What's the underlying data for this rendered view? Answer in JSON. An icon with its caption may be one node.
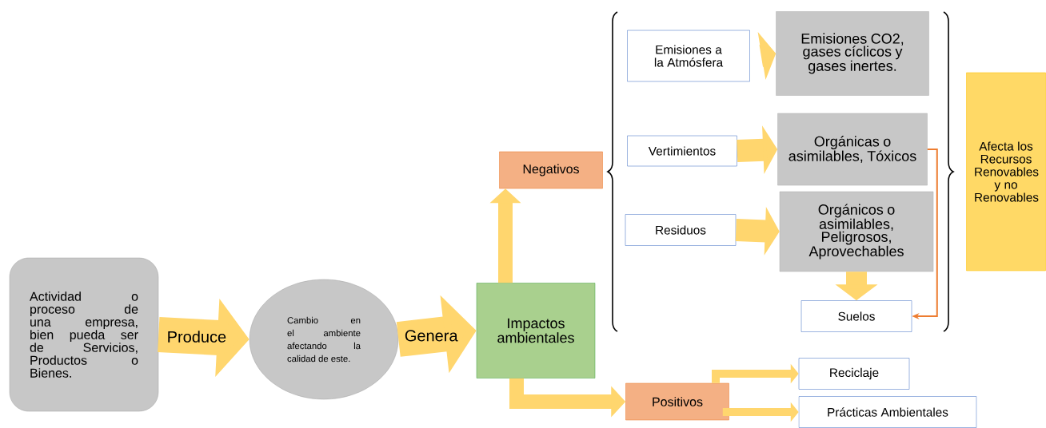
{
  "diagram": {
    "nodes": [
      {
        "text": [
          "Actividad o proceso de una empresa, bien pueda ser de Servicios, Productos o Bienes."
        ]
      },
      {
        "text": [
          "Cambio en el ambiente afectando la calidad de este."
        ]
      },
      {
        "text": [
          "Impactos ambientales"
        ]
      },
      {
        "text": [
          "Negativos"
        ]
      },
      {
        "text": [
          "Positivos"
        ]
      },
      {
        "text": [
          "Emisiones a la Atmósfera"
        ]
      },
      {
        "text": [
          "Vertimientos"
        ]
      },
      {
        "text": [
          "Residuos"
        ]
      },
      {
        "text": [
          "Emisiones CO2, gases cíclicos y gases inertes."
        ]
      },
      {
        "text": [
          "Orgánicas o asimilables, Tóxicos"
        ]
      },
      {
        "text": [
          "Orgánicos o asimilables, Peligrosos, Aprovechables"
        ]
      },
      {
        "text": [
          "Suelos"
        ]
      },
      {
        "text": [
          "Afecta los Recursos Renovables y no Renovables"
        ]
      },
      {
        "text": [
          "Reciclaje"
        ]
      },
      {
        "text": [
          "Prácticas Ambientales"
        ]
      }
    ],
    "edges": [
      {
        "from": 0,
        "to": 1,
        "arrow": "to",
        "label": "Produce"
      },
      {
        "from": 1,
        "to": 2,
        "arrow": "to",
        "label": "Genera"
      },
      {
        "from": 2,
        "to": 3,
        "arrow": "to"
      },
      {
        "from": 2,
        "to": 4,
        "arrow": "to"
      },
      {
        "from": 5,
        "to": 8,
        "arrow": "to"
      },
      {
        "from": 6,
        "to": 9,
        "arrow": "to"
      },
      {
        "from": 7,
        "to": 10,
        "arrow": "to"
      },
      {
        "from": 10,
        "to": 11,
        "arrow": "to"
      },
      {
        "from": 9,
        "to": 11,
        "arrow": "to",
        "color": "#ed7d31"
      },
      {
        "from": 4,
        "to": 13,
        "arrow": "to"
      },
      {
        "from": 4,
        "to": 14,
        "arrow": "to"
      }
    ]
  }
}
